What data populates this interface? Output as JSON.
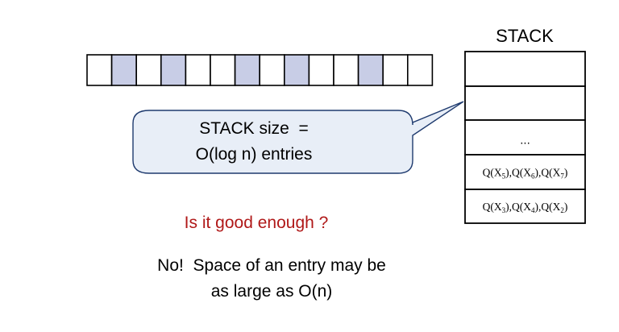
{
  "stack": {
    "title": "STACK",
    "rows": [
      {
        "text": ""
      },
      {
        "text": ""
      },
      {
        "text": "..."
      },
      {
        "parts": [
          [
            "Q(X",
            ""
          ],
          [
            "5",
            "sub"
          ],
          [
            "),Q(X",
            ""
          ],
          [
            "6",
            "sub"
          ],
          [
            "),Q(X",
            ""
          ],
          [
            "7",
            "sub"
          ],
          [
            ")",
            ""
          ]
        ]
      },
      {
        "parts": [
          [
            "Q(X",
            ""
          ],
          [
            "3",
            "sub"
          ],
          [
            "),Q(X",
            ""
          ],
          [
            "4",
            "sub"
          ],
          [
            "),Q(X",
            ""
          ],
          [
            "2",
            "sub"
          ],
          [
            ")",
            ""
          ]
        ]
      }
    ]
  },
  "array": {
    "cells": [
      {
        "shaded": false
      },
      {
        "shaded": true
      },
      {
        "shaded": false
      },
      {
        "shaded": true
      },
      {
        "shaded": false
      },
      {
        "shaded": false
      },
      {
        "shaded": true
      },
      {
        "shaded": false
      },
      {
        "shaded": true
      },
      {
        "shaded": false
      },
      {
        "shaded": false
      },
      {
        "shaded": true
      },
      {
        "shaded": false
      },
      {
        "shaded": false
      }
    ]
  },
  "callout": {
    "line1": "STACK size  =",
    "line2": "O(log n) entries"
  },
  "question": "Is it good enough ?",
  "answer": {
    "line1": "No!  Space of an entry may be",
    "line2": "as large as O(n)"
  },
  "colors": {
    "cell_shade": "#c8cde6",
    "callout_fill": "#e8eef7",
    "question": "#b01818",
    "stroke": "#000000",
    "callout_stroke": "#1e3a6e"
  }
}
